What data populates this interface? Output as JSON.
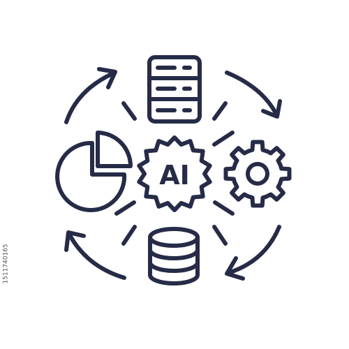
{
  "icon": {
    "center_label": "AI",
    "stroke_color": "#262b47",
    "elements": [
      "server-icon",
      "pie-chart-icon",
      "gear-icon",
      "database-icon",
      "cycle-arrows"
    ]
  },
  "watermark": {
    "stock_id": "1511740165"
  }
}
